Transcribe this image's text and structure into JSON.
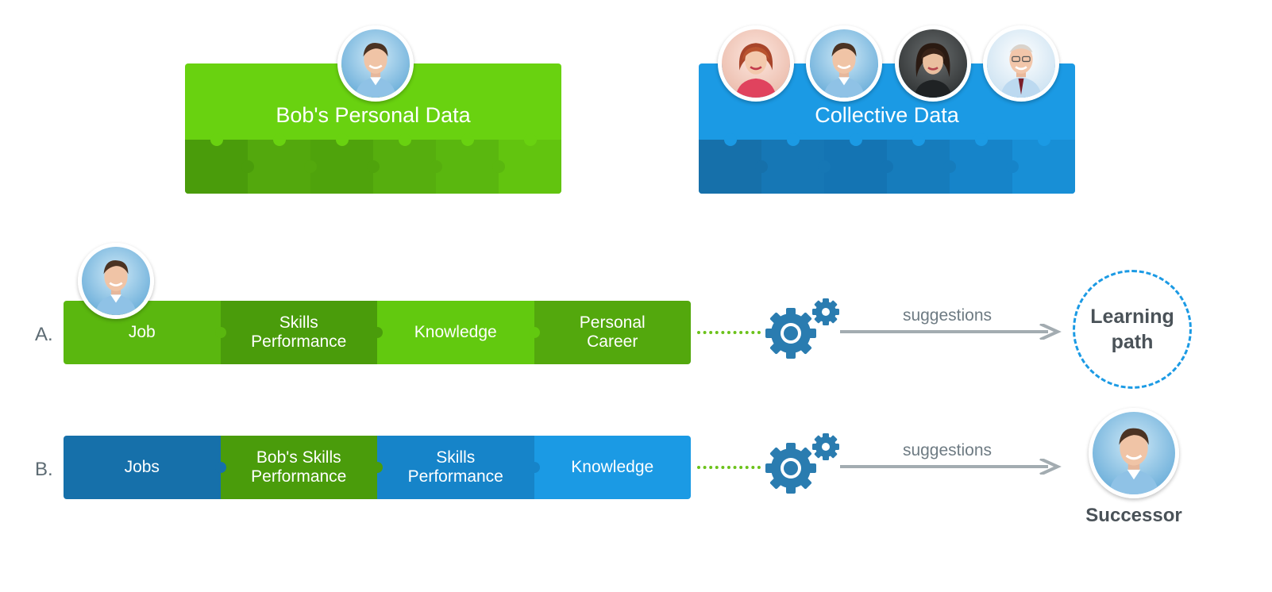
{
  "panels": {
    "personal": {
      "title": "Bob's Personal Data"
    },
    "collective": {
      "title": "Collective Data"
    }
  },
  "rows": {
    "a": {
      "label": "A.",
      "cells": [
        {
          "text": "Job"
        },
        {
          "text": "Skills\nPerformance"
        },
        {
          "text": "Knowledge"
        },
        {
          "text": "Personal\nCareer"
        }
      ],
      "suggestions": "suggestions",
      "target": "Learning\npath"
    },
    "b": {
      "label": "B.",
      "cells": [
        {
          "text": "Jobs"
        },
        {
          "text": "Bob's Skills\nPerformance"
        },
        {
          "text": "Skills\nPerformance"
        },
        {
          "text": "Knowledge"
        }
      ],
      "suggestions": "suggestions",
      "target": "Successor"
    }
  },
  "colors": {
    "green_light": "#69d210",
    "green_mid": "#5ab70f",
    "green_dark": "#4a9c0b",
    "blue_light": "#1b9ae4",
    "blue_mid": "#1684c9",
    "blue_dark": "#1670aa",
    "gear": "#2a7cb0",
    "arrow": "#a3acb1"
  },
  "icons": {
    "gear": "gears-icon",
    "arrow": "arrow-right-icon",
    "avatar": "person-avatar"
  }
}
